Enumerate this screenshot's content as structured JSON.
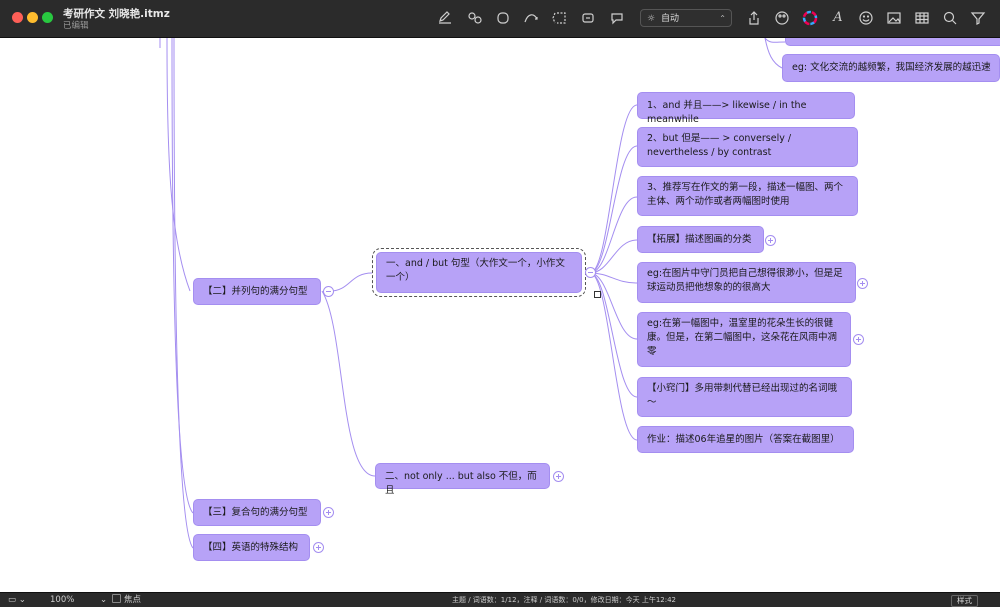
{
  "titlebar": {
    "title": "考研作文 刘晓艳.itmz",
    "subtitle": "已编辑",
    "layout_select": "自动"
  },
  "icons": [
    "edit-icon",
    "link-icon",
    "boundary-icon",
    "relation-icon",
    "summary-icon",
    "topic-icon",
    "comment-icon",
    "share-icon",
    "theme-icon",
    "color-icon",
    "font-icon",
    "emoji-icon",
    "image-icon",
    "table-icon",
    "search-icon",
    "filter-icon"
  ],
  "nodes": {
    "top_partial": "",
    "eg_culture": "eg: 文化交流的越频繁，我国经济发展的越迅速",
    "b1": "1、and 并且——> likewise / in the meanwhile",
    "b2": "2、but 但是—— > conversely / nevertheless / by contrast",
    "b3": "3、推荐写在作文的第一段，描述一幅图、两个主体、两个动作或者两幅图时使用",
    "b4": "【拓展】描述图画的分类",
    "b5": "eg:在图片中守门员把自己想得很渺小，但是足球运动员把他想象的的很高大",
    "b6": "eg:在第一幅图中，温室里的花朵生长的很健康。但是，在第二幅图中，这朵花在风雨中凋零",
    "b7": "【小窍门】多用带刺代替已经出现过的名词哦～",
    "b8": "作业：描述06年追星的图片（答案在截图里）",
    "and_but": "一、and / but 句型（大作文一个，小作文一个）",
    "not_only": "二、not only ... but also  不但，而且",
    "sec2": "【二】并列句的满分句型",
    "sec3": "【三】复合句的满分句型",
    "sec4": "【四】英语的特殊结构"
  },
  "statusbar": {
    "zoom": "100%",
    "focus": "焦点",
    "stats": "主题 / 词语数：1/12，注释 / 词语数：0/0，修改日期：今天 上午12:42",
    "style": "样式"
  },
  "colors": {
    "node": "#b7a2f7",
    "line": "#a48ef0"
  }
}
